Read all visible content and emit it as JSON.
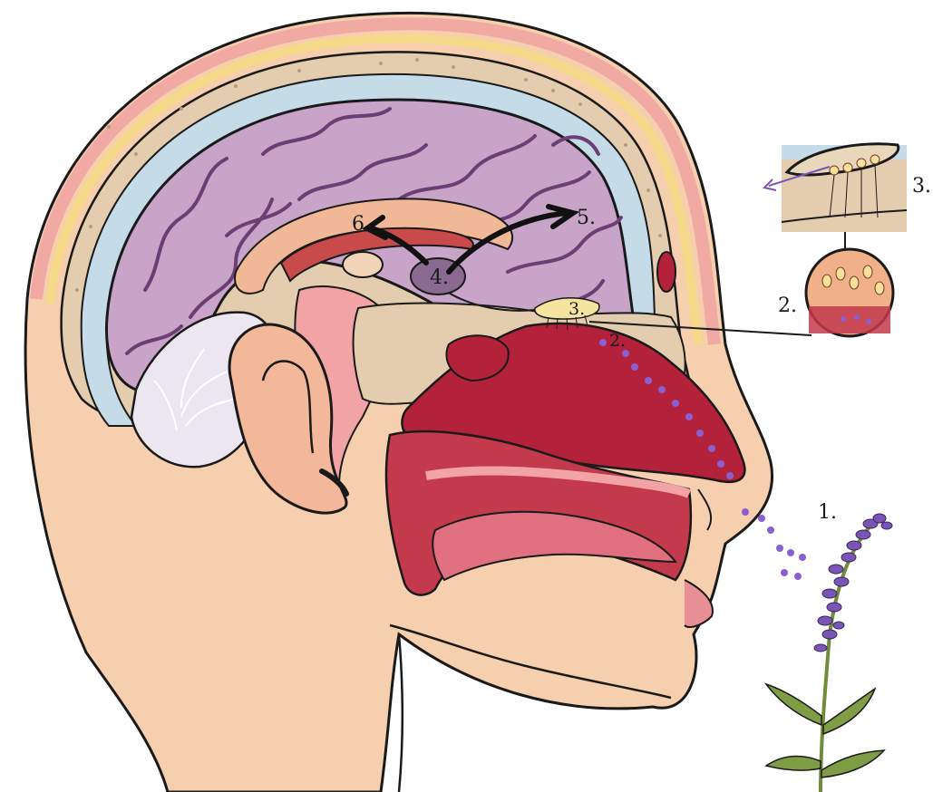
{
  "labels": {
    "nostril_entry": "1.",
    "olfactory_epithelium": "2.",
    "olfactory_bulb": "3.",
    "thalamus_relay": "4.",
    "cortex": "5.",
    "limbic": "6.",
    "inset_epithelium": "2.",
    "inset_bulb": "3."
  },
  "colors": {
    "skin": "#f6cfae",
    "skin_outline": "#1a1a1a",
    "brain": "#c8a4c9",
    "brain_sulci": "#6b3f73",
    "skull_bone": "#e3cdae",
    "csf": "#c5dbe8",
    "scalp_layer": "#f7d98a",
    "nasal_cavity": "#b3223a",
    "mucosa_pink": "#f2a3a6",
    "lavender": "#7b55b5",
    "stem_green": "#6e8c3a",
    "odor_particles": "#8a5fd0",
    "cerebellum": "#ece6f0"
  }
}
